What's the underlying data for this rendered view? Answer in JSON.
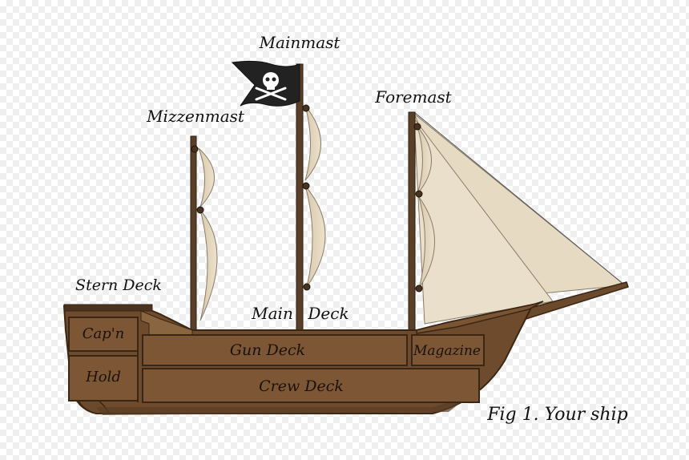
{
  "labels": {
    "mainmast": "Mainmast",
    "mizzenmast": "Mizzenmast",
    "foremast": "Foremast",
    "stern_deck": "Stern Deck",
    "main_deck_left": "Main",
    "main_deck_right": "Deck",
    "caption": "Fig 1. Your ship"
  },
  "compartments": {
    "cap_n": "Cap'n",
    "hold": "Hold",
    "gun_deck": "Gun Deck",
    "magazine": "Magazine",
    "crew_deck": "Crew Deck"
  },
  "colors": {
    "hull_dark": "#6b4a2b",
    "hull_mid": "#7a5533",
    "hull_light": "#8a6640",
    "outline": "#3a2614",
    "mast": "#5a3f28",
    "sail": "#e9dcc5",
    "sail_shadow": "#d6c6a8",
    "flag": "#222222",
    "skull": "#ffffff"
  },
  "icons": {
    "flag": "jolly-roger-flag-icon"
  }
}
